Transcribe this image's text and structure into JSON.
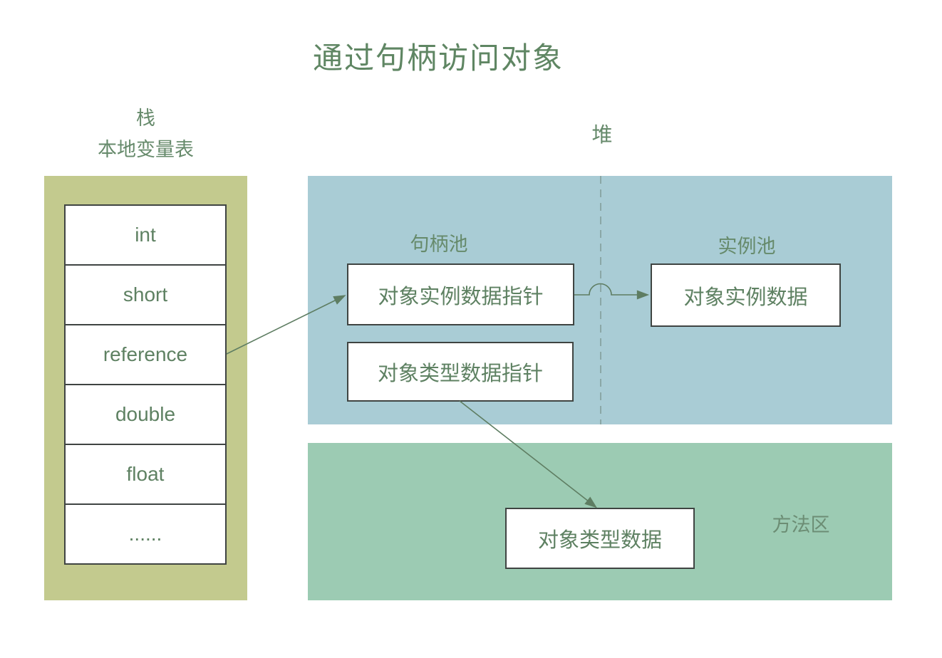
{
  "title": "通过句柄访问对象",
  "stack": {
    "label_line1": "栈",
    "label_line2": "本地变量表",
    "cells": [
      "int",
      "short",
      "reference",
      "double",
      "float",
      "......"
    ]
  },
  "heap": {
    "label": "堆",
    "handle_pool_label": "句柄池",
    "instance_pool_label": "实例池",
    "instance_data_pointer_box": "对象实例数据指针",
    "type_data_pointer_box": "对象类型数据指针",
    "instance_data_box": "对象实例数据"
  },
  "method_area": {
    "label": "方法区",
    "type_data_box": "对象类型数据"
  },
  "colors": {
    "title_text": "#5f8663",
    "label_text": "#668a6b",
    "box_text": "#5e8162",
    "stack_panel": "#c3ca8e",
    "heap_panel": "#a9ccd5",
    "method_panel": "#9ccbb3",
    "box_background": "#ffffff",
    "box_border": "#3f4442",
    "arrow": "#5e7d62",
    "dashed_divider": "#8aa7a6"
  }
}
